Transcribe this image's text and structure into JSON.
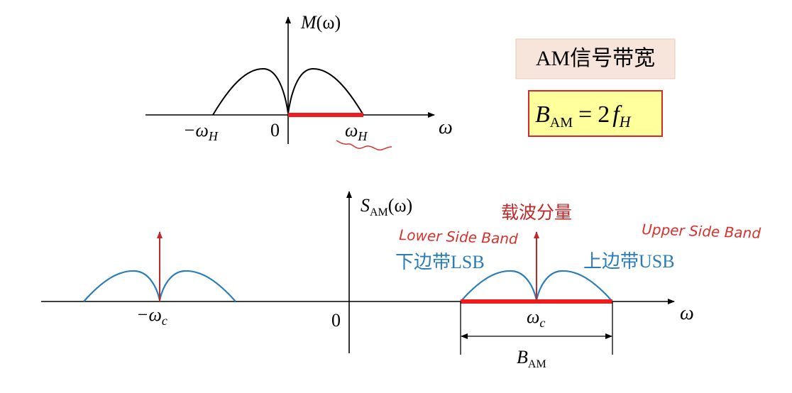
{
  "top": {
    "y_label_main": "M",
    "y_label_arg": "(ω)",
    "x_axis_label": "ω",
    "tick_neg_main": "−ω",
    "tick_neg_sub": "H",
    "tick_zero": "0",
    "tick_pos_main": "ω",
    "tick_pos_sub": "H"
  },
  "info": {
    "title": "AM信号带宽",
    "formula_lhs_main": "B",
    "formula_lhs_sub": "AM",
    "formula_eq": "=",
    "formula_rhs_coeff": "2",
    "formula_rhs_main": "f",
    "formula_rhs_sub": "H"
  },
  "bottom": {
    "y_label_main": "S",
    "y_label_sub": "AM",
    "y_label_arg": "(ω)",
    "x_axis_label": "ω",
    "tick_zero": "0",
    "tick_neg_main": "−ω",
    "tick_neg_sub": "c",
    "tick_pos_main": "ω",
    "tick_pos_sub": "c",
    "carrier_label": "载波分量",
    "lsb_label": "下边带LSB",
    "usb_label": "上边带USB",
    "lsb_handwritten": "Lower Side Band",
    "usb_handwritten": "Upper Side Band",
    "bandwidth_main": "B",
    "bandwidth_sub": "AM"
  },
  "colors": {
    "axis": "#000000",
    "baseband_curve": "#000000",
    "spectrum_curve": "#2a7db8",
    "highlight": "#ee1c1c",
    "carrier": "#c0282a",
    "annotation_text": "#c0282a",
    "handwriting": "#d6322c",
    "band_label": "#2a7db8",
    "title_box_bg": "#f7e4da",
    "formula_box_bg": "#ffff9c",
    "formula_box_border": "#d42a2a"
  }
}
